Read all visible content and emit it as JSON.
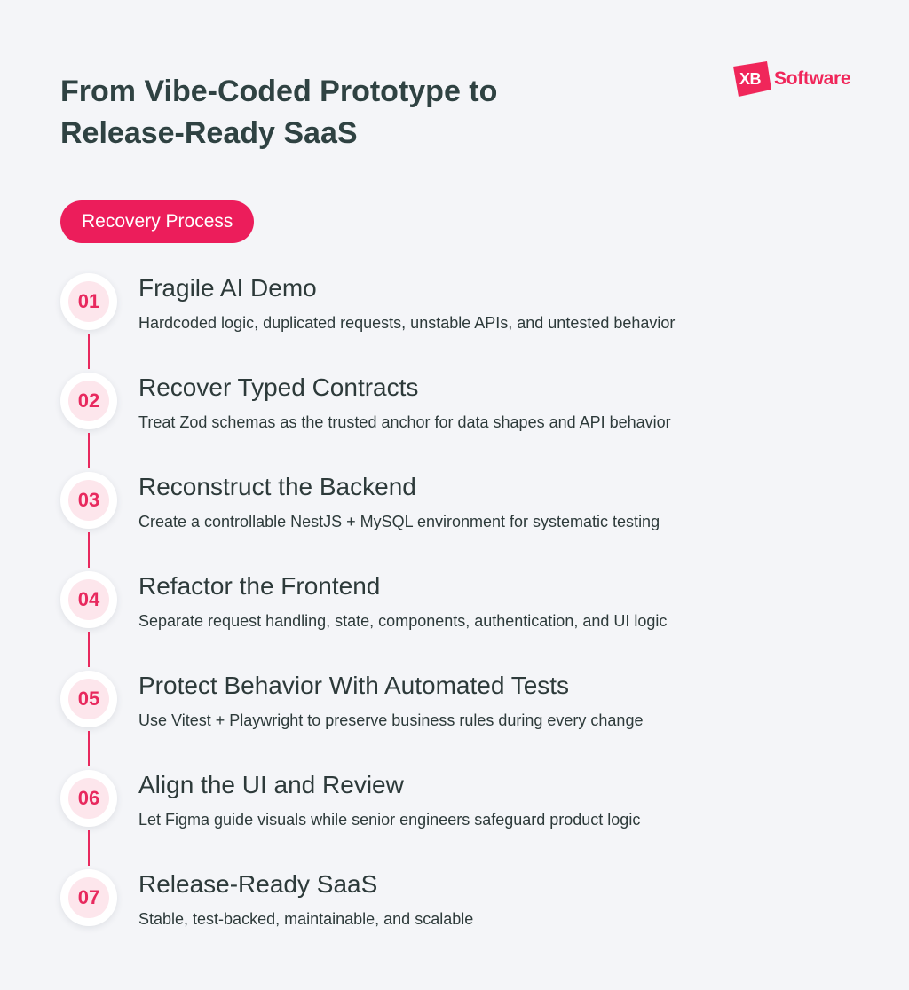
{
  "header": {
    "title": "From Vibe-Coded Prototype to Release-Ready SaaS",
    "logo_mark": "XB",
    "logo_text": "Software",
    "accent_color": "#ec1d5b"
  },
  "section_label": "Recovery Process",
  "steps": [
    {
      "number": "01",
      "title": "Fragile AI Demo",
      "description": "Hardcoded logic, duplicated requests, unstable APIs, and untested behavior"
    },
    {
      "number": "02",
      "title": "Recover Typed Contracts",
      "description": "Treat Zod schemas as the trusted anchor for data shapes and API behavior"
    },
    {
      "number": "03",
      "title": "Reconstruct the Backend",
      "description": "Create a controllable NestJS + MySQL environment for systematic testing"
    },
    {
      "number": "04",
      "title": "Refactor the Frontend",
      "description": "Separate request handling, state, components, authentication, and UI logic"
    },
    {
      "number": "05",
      "title": "Protect Behavior With Automated Tests",
      "description": "Use Vitest + Playwright to preserve business rules during every change"
    },
    {
      "number": "06",
      "title": "Align the UI and Review",
      "description": "Let Figma guide visuals while senior engineers safeguard product logic"
    },
    {
      "number": "07",
      "title": "Release-Ready SaaS",
      "description": "Stable, test-backed, maintainable, and scalable"
    }
  ]
}
